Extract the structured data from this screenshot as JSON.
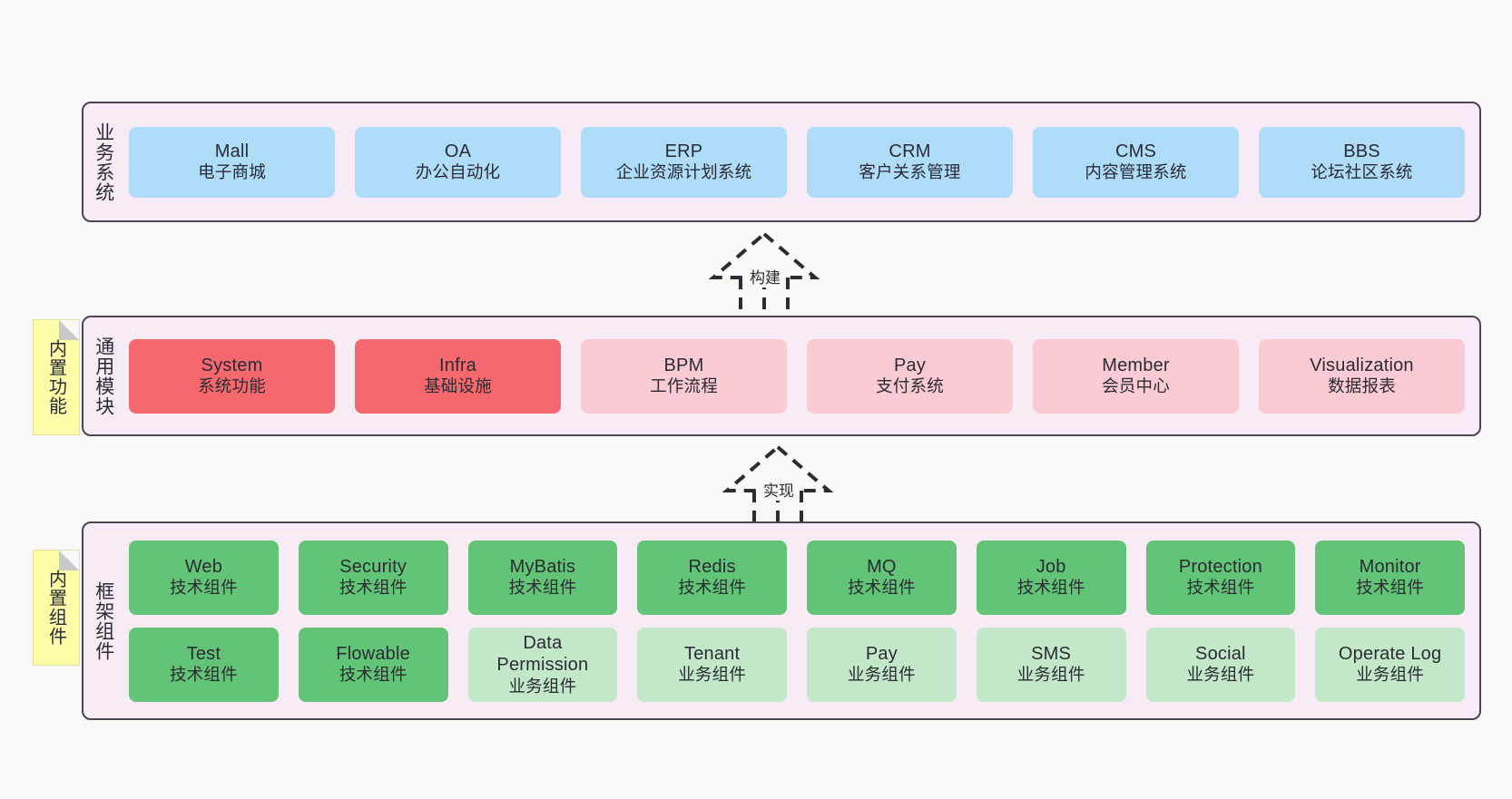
{
  "diagram": {
    "background": "#f9f9f8",
    "panel_bg": "#f7ebf5",
    "panel_border": "#4a4453"
  },
  "notes": [
    {
      "label": "内置功能",
      "color": "#fdfca9"
    },
    {
      "label": "内置组件",
      "color": "#fdfca9"
    }
  ],
  "connectors": [
    {
      "label": "构建"
    },
    {
      "label": "实现"
    }
  ],
  "layers": [
    {
      "title": "业务系统",
      "rows": [
        [
          {
            "name": "Mall",
            "desc": "电子商城",
            "color": "#aedcf9"
          },
          {
            "name": "OA",
            "desc": "办公自动化",
            "color": "#aedcf9"
          },
          {
            "name": "ERP",
            "desc": "企业资源计划系统",
            "color": "#aedcf9"
          },
          {
            "name": "CRM",
            "desc": "客户关系管理",
            "color": "#aedcf9"
          },
          {
            "name": "CMS",
            "desc": "内容管理系统",
            "color": "#aedcf9"
          },
          {
            "name": "BBS",
            "desc": "论坛社区系统",
            "color": "#aedcf9"
          }
        ]
      ]
    },
    {
      "title": "通用模块",
      "rows": [
        [
          {
            "name": "System",
            "desc": "系统功能",
            "color": "#f5696e"
          },
          {
            "name": "Infra",
            "desc": "基础设施",
            "color": "#f5696e"
          },
          {
            "name": "BPM",
            "desc": "工作流程",
            "color": "#fbcbd4"
          },
          {
            "name": "Pay",
            "desc": "支付系统",
            "color": "#fbcbd4"
          },
          {
            "name": "Member",
            "desc": "会员中心",
            "color": "#fbcbd4"
          },
          {
            "name": "Visualization",
            "desc": "数据报表",
            "color": "#fbcbd4"
          }
        ]
      ]
    },
    {
      "title": "框架组件",
      "rows": [
        [
          {
            "name": "Web",
            "desc": "技术组件",
            "color": "#62c477"
          },
          {
            "name": "Security",
            "desc": "技术组件",
            "color": "#62c477"
          },
          {
            "name": "MyBatis",
            "desc": "技术组件",
            "color": "#62c477"
          },
          {
            "name": "Redis",
            "desc": "技术组件",
            "color": "#62c477"
          },
          {
            "name": "MQ",
            "desc": "技术组件",
            "color": "#62c477"
          },
          {
            "name": "Job",
            "desc": "技术组件",
            "color": "#62c477"
          },
          {
            "name": "Protection",
            "desc": "技术组件",
            "color": "#62c477"
          },
          {
            "name": "Monitor",
            "desc": "技术组件",
            "color": "#62c477"
          }
        ],
        [
          {
            "name": "Test",
            "desc": "技术组件",
            "color": "#62c477"
          },
          {
            "name": "Flowable",
            "desc": "技术组件",
            "color": "#62c477"
          },
          {
            "name": "Data Permission",
            "desc": "业务组件",
            "color": "#c3e8c9"
          },
          {
            "name": "Tenant",
            "desc": "业务组件",
            "color": "#c3e8c9"
          },
          {
            "name": "Pay",
            "desc": "业务组件",
            "color": "#c3e8c9"
          },
          {
            "name": "SMS",
            "desc": "业务组件",
            "color": "#c3e8c9"
          },
          {
            "name": "Social",
            "desc": "业务组件",
            "color": "#c3e8c9"
          },
          {
            "name": "Operate Log",
            "desc": "业务组件",
            "color": "#c3e8c9"
          }
        ]
      ]
    }
  ]
}
